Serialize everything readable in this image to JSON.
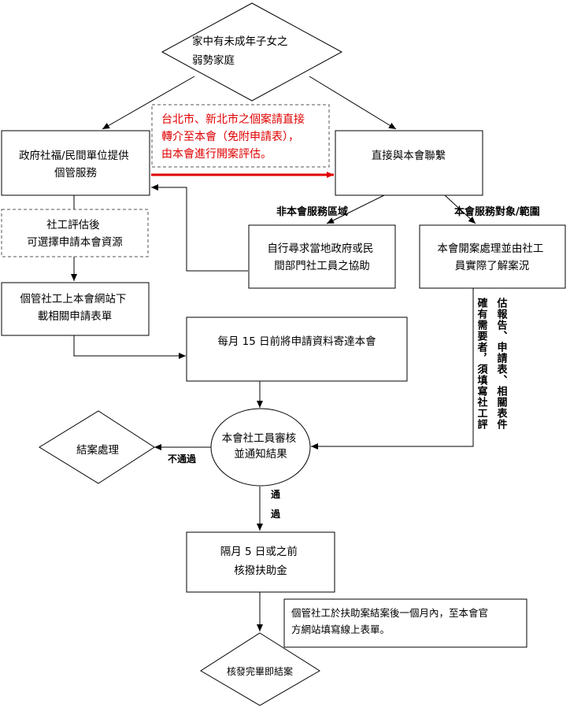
{
  "colors": {
    "line": "#000000",
    "accent": "#e00000",
    "dash": "#555555"
  },
  "nodes": {
    "start": {
      "lines": [
        "家中有未成年子女之",
        "弱勢家庭"
      ]
    },
    "gov": {
      "lines": [
        "政府社福/民間單位提供",
        "個管服務"
      ]
    },
    "red_note": {
      "lines": [
        "台北市、新北市之個案請直接",
        "轉介至本會（免附申請表），",
        "由本會進行開案評估。"
      ]
    },
    "direct": {
      "lines": [
        "直接與本會聯繫"
      ]
    },
    "sw_eval": {
      "lines": [
        "社工評估後",
        "可選擇申請本會資源"
      ]
    },
    "seek_local": {
      "lines": [
        "自行尋求當地政府或民",
        "間部門社工員之協助"
      ]
    },
    "open_case": {
      "lines": [
        "本會開案處理並由社工",
        "員實際了解案況"
      ]
    },
    "download": {
      "lines": [
        "個管社工上本會網站下",
        "載相關申請表單"
      ]
    },
    "mail": {
      "lines": [
        "每月 15 日前將申請資料寄達本會"
      ]
    },
    "review": {
      "lines": [
        "本會社工員審核",
        "並通知結果"
      ]
    },
    "close_case": {
      "lines": [
        "結案處理"
      ]
    },
    "disburse": {
      "lines": [
        "隔月 5 日或之前",
        "核撥扶助金"
      ]
    },
    "online_form": {
      "lines": [
        "個管社工於扶助案結案後一個月內，至本會官",
        "方網站填寫線上表單。"
      ]
    },
    "end": {
      "lines": [
        "核發完畢即結案"
      ]
    }
  },
  "labels": {
    "non_service": "非本會服務區域",
    "service": "本會服務對象/範圍",
    "fail": "不通過",
    "pass_1": "通",
    "pass_2": "過",
    "vertical_col1": "確有需要者，須填寫社工評",
    "vertical_col2": "估報告、申請表、相關表件"
  }
}
